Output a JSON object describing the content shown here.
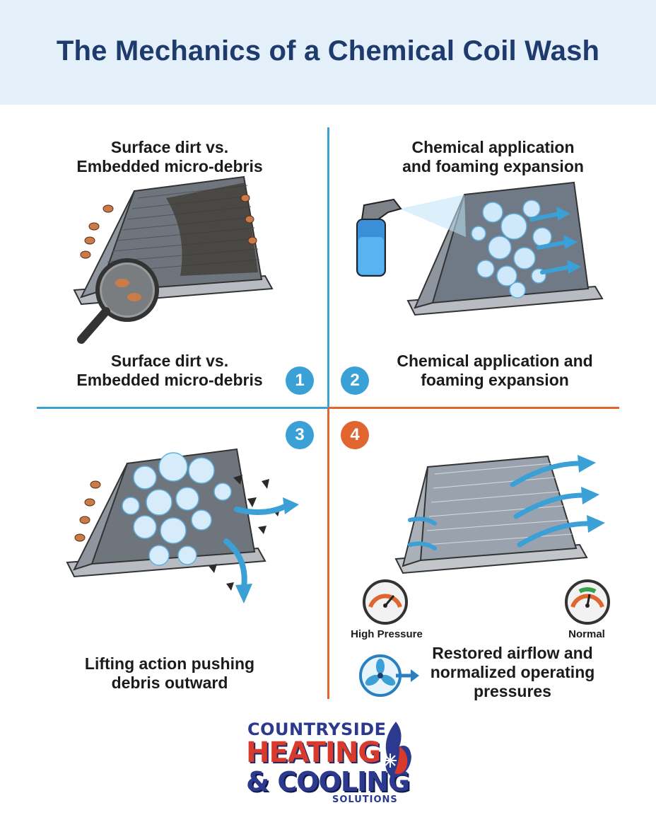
{
  "header": {
    "title": "The Mechanics of a Chemical Coil Wash"
  },
  "colors": {
    "header_bg": "#e3f0fa",
    "title": "#1f3b6e",
    "blue_accent": "#3aa0d6",
    "orange_accent": "#e0652e"
  },
  "panels": [
    {
      "top_caption": "Surface dirt vs.\nEmbedded micro-debris",
      "bottom_caption": "Surface dirt vs.\nEmbedded micro-debris",
      "step": "1"
    },
    {
      "top_caption": "Chemical application\nand foaming expansion",
      "bottom_caption": "Chemical application and\nfoaming expansion",
      "step": "2"
    },
    {
      "bottom_caption": "Lifting action pushing\ndebris outward",
      "step": "3"
    },
    {
      "bottom_caption": "Restored airflow and\nnormalized operating\npressures",
      "step": "4",
      "gauges": [
        {
          "label": "High Pressure"
        },
        {
          "label": "Normal"
        }
      ]
    }
  ],
  "logo": {
    "line1": "COUNTRYSIDE",
    "line2": "HEATING",
    "line3": "& COOLING",
    "line4": "SOLUTIONS"
  }
}
